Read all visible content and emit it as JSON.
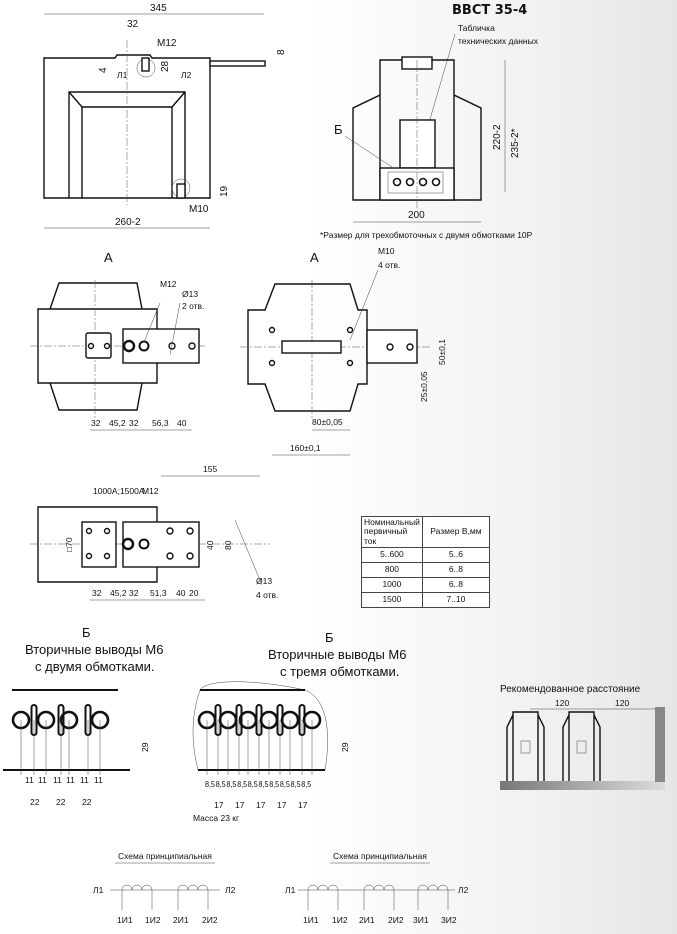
{
  "title": "ВВСТ 35-4",
  "front_view": {
    "dim_345": "345",
    "dim_32": "32",
    "m12": "M12",
    "dim_28": "28",
    "dim_8": "8",
    "dim_4": "4",
    "l1": "Л1",
    "l2": "Л2",
    "dim_19": "19",
    "m10": "M10",
    "dim_260": "260-2"
  },
  "side_view": {
    "plate_label_1": "Табличка",
    "plate_label_2": "технических данных",
    "b_label": "Б",
    "dim_220": "220-2",
    "dim_235": "235-2*",
    "dim_200": "200",
    "note": "*Размер для трехобмоточных с двумя обмотками 10Р"
  },
  "view_a_left": {
    "label": "А",
    "m12": "M12",
    "d13": "Ø13",
    "holes": "2 отв.",
    "dims": [
      "32",
      "45,2",
      "32",
      "56,3",
      "40"
    ]
  },
  "view_a_right": {
    "label": "А",
    "m10": "M10",
    "holes": "4 отв.",
    "dim_50": "50±0,1",
    "dim_25": "25±0,05",
    "dim_80": "80±0,05",
    "dim_160": "160±0,1"
  },
  "view_1000": {
    "dim_155": "155",
    "current_label": "1000А;1500А",
    "m12": "M12",
    "sq70": "□70",
    "dim_40": "40",
    "dim_80": "80",
    "d13": "Ø13",
    "holes": "4 отв.",
    "dims": [
      "32",
      "45,2",
      "32",
      "51,3",
      "40",
      "20"
    ]
  },
  "table": {
    "headers": [
      "Номинальный первичный ток",
      "Размер В,мм"
    ],
    "rows": [
      [
        "5..600",
        "5..6"
      ],
      [
        "800",
        "6..8"
      ],
      [
        "1000",
        "6..8"
      ],
      [
        "1500",
        "7..10"
      ]
    ]
  },
  "secondary_two": {
    "b_label": "Б",
    "line1": "Вторичные выводы М6",
    "line2": "с двумя обмотками.",
    "dim_29": "29",
    "small_dims": [
      "11",
      "11",
      "11",
      "11",
      "11",
      "11"
    ],
    "big_dims": [
      "22",
      "22",
      "22"
    ]
  },
  "secondary_three": {
    "b_label": "Б",
    "line1": "Вторичные выводы М6",
    "line2": "с тремя обмотками.",
    "dim_29": "29",
    "small_dims": [
      "8,5",
      "8,5",
      "8,5",
      "8,5",
      "8,5",
      "8,5",
      "8,5",
      "8,5",
      "8,5",
      "8,5"
    ],
    "big_dims": [
      "17",
      "17",
      "17",
      "17",
      "17"
    ],
    "mass": "Масса 23 кг"
  },
  "recommended": {
    "title": "Рекомендованное расстояние",
    "dim1": "120",
    "dim2": "120"
  },
  "scheme_two": {
    "title": "Схема принципиальная",
    "l1": "Л1",
    "l2": "Л2",
    "terminals": [
      "1И1",
      "1И2",
      "2И1",
      "2И2"
    ]
  },
  "scheme_three": {
    "title": "Схема принципиальная",
    "l1": "Л1",
    "l2": "Л2",
    "terminals": [
      "1И1",
      "1И2",
      "2И1",
      "2И2",
      "3И1",
      "3И2"
    ]
  }
}
